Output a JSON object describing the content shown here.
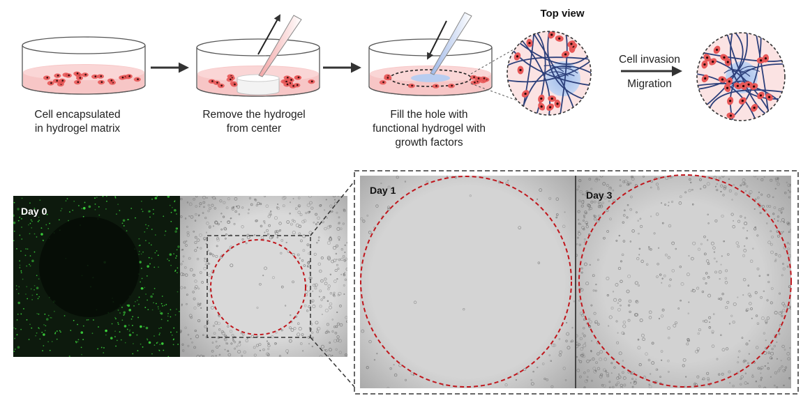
{
  "steps": [
    {
      "caption_line1": "Cell encapsulated",
      "caption_line2": "in hydrogel matrix"
    },
    {
      "caption_line1": "Remove the hydrogel",
      "caption_line2": "from center"
    },
    {
      "caption_line1": "Fill the hole with",
      "caption_line2": "functional hydrogel with",
      "caption_line3": "growth factors"
    }
  ],
  "top_view_label": "Top view",
  "transition_label_top": "Cell invasion",
  "transition_label_bottom": "Migration",
  "micrographs": {
    "day0_label": "Day 0",
    "day1_label": "Day 1",
    "day3_label": "Day 3"
  },
  "colors": {
    "dish_pink": "#f6c9c9",
    "cell_red": "#e85858",
    "fiber_blue": "#2c3f7a",
    "hydrogel_blue": "#a9c4ef",
    "dashed_red": "#c0161c",
    "fluorescence_green": "#3cd43c"
  }
}
